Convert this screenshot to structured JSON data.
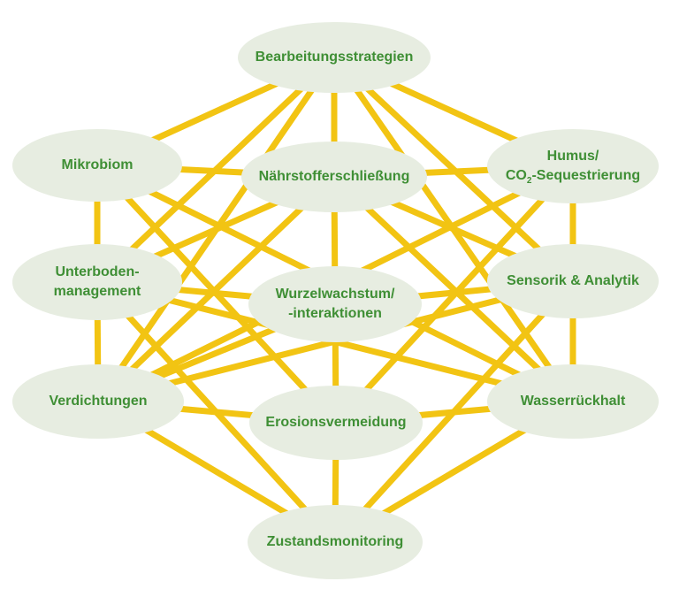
{
  "colors": {
    "node_fill": "#e7ede1",
    "node_text": "#3f8f35",
    "edge": "#f2c413"
  },
  "nodes": {
    "bearbeitung": {
      "lines": [
        "Bearbeitungsstrategien"
      ]
    },
    "mikrobiom": {
      "lines": [
        "Mikrobiom"
      ]
    },
    "naehrstoff": {
      "lines": [
        "Nährstofferschließung"
      ]
    },
    "humus": {
      "line1": "Humus/",
      "co_prefix": "CO",
      "co_sub": "2",
      "co_suffix": "-Sequestrierung"
    },
    "unterboden": {
      "lines": [
        "Unterboden-",
        "management"
      ]
    },
    "wurzel": {
      "lines": [
        "Wurzelwachstum/",
        "-interaktionen"
      ]
    },
    "sensorik": {
      "lines": [
        "Sensorik & Analytik"
      ]
    },
    "verdichtungen": {
      "lines": [
        "Verdichtungen"
      ]
    },
    "erosion": {
      "lines": [
        "Erosionsvermeidung"
      ]
    },
    "wasser": {
      "lines": [
        "Wasserrückhalt"
      ]
    },
    "zustand": {
      "lines": [
        "Zustandsmonitoring"
      ]
    }
  },
  "edges": [
    [
      "bearbeitung",
      "mikrobiom"
    ],
    [
      "bearbeitung",
      "humus"
    ],
    [
      "bearbeitung",
      "naehrstoff"
    ],
    [
      "bearbeitung",
      "unterboden"
    ],
    [
      "bearbeitung",
      "sensorik"
    ],
    [
      "bearbeitung",
      "wasser"
    ],
    [
      "bearbeitung",
      "verdichtungen"
    ],
    [
      "mikrobiom",
      "naehrstoff"
    ],
    [
      "mikrobiom",
      "unterboden"
    ],
    [
      "mikrobiom",
      "erosion"
    ],
    [
      "mikrobiom",
      "wasser"
    ],
    [
      "humus",
      "naehrstoff"
    ],
    [
      "humus",
      "sensorik"
    ],
    [
      "humus",
      "erosion"
    ],
    [
      "humus",
      "verdichtungen"
    ],
    [
      "naehrstoff",
      "wurzel"
    ],
    [
      "naehrstoff",
      "unterboden"
    ],
    [
      "naehrstoff",
      "sensorik"
    ],
    [
      "naehrstoff",
      "verdichtungen"
    ],
    [
      "naehrstoff",
      "wasser"
    ],
    [
      "unterboden",
      "wurzel"
    ],
    [
      "unterboden",
      "verdichtungen"
    ],
    [
      "unterboden",
      "wasser"
    ],
    [
      "unterboden",
      "zustand"
    ],
    [
      "wurzel",
      "sensorik"
    ],
    [
      "wurzel",
      "erosion"
    ],
    [
      "wurzel",
      "verdichtungen"
    ],
    [
      "sensorik",
      "wasser"
    ],
    [
      "sensorik",
      "verdichtungen"
    ],
    [
      "sensorik",
      "zustand"
    ],
    [
      "verdichtungen",
      "erosion"
    ],
    [
      "verdichtungen",
      "zustand"
    ],
    [
      "erosion",
      "wasser"
    ],
    [
      "erosion",
      "zustand"
    ],
    [
      "wasser",
      "zustand"
    ]
  ]
}
